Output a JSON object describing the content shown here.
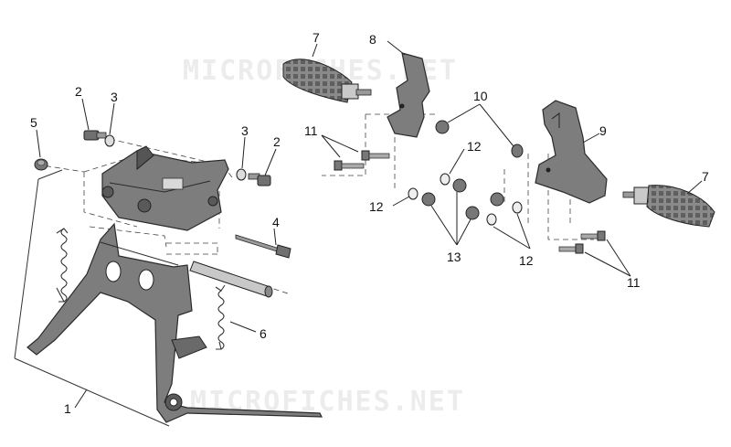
{
  "watermark": "MICROFICHES.NET",
  "colors": {
    "part_fill": "#7d7d7d",
    "part_dark": "#3c3c3c",
    "part_light": "#c9c9c9",
    "line": "#222222",
    "background": "#ffffff"
  },
  "callouts": [
    {
      "id": "c1",
      "text": "1"
    },
    {
      "id": "c2a",
      "text": "2"
    },
    {
      "id": "c3a",
      "text": "3"
    },
    {
      "id": "c5",
      "text": "5"
    },
    {
      "id": "c3b",
      "text": "3"
    },
    {
      "id": "c2b",
      "text": "2"
    },
    {
      "id": "c4",
      "text": "4"
    },
    {
      "id": "c6",
      "text": "6"
    },
    {
      "id": "c7a",
      "text": "7"
    },
    {
      "id": "c8",
      "text": "8"
    },
    {
      "id": "c11a",
      "text": "11"
    },
    {
      "id": "c10",
      "text": "10"
    },
    {
      "id": "c12a",
      "text": "12"
    },
    {
      "id": "c12b",
      "text": "12"
    },
    {
      "id": "c13",
      "text": "13"
    },
    {
      "id": "c12c",
      "text": "12"
    },
    {
      "id": "c9",
      "text": "9"
    },
    {
      "id": "c7b",
      "text": "7"
    },
    {
      "id": "c11b",
      "text": "11"
    }
  ]
}
